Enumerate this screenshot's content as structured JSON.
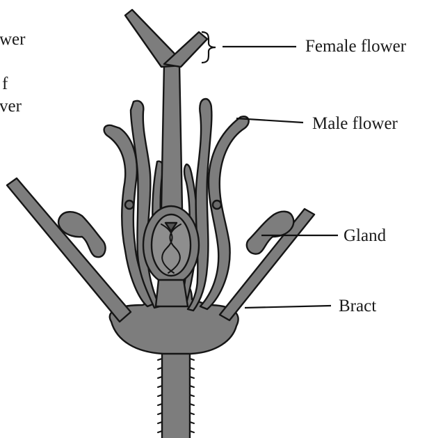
{
  "diagram": {
    "cutoff_labels": [
      "wer",
      "f",
      "ver"
    ],
    "labels": {
      "female_flower": "Female flower",
      "male_flower": "Male flower",
      "gland": "Gland",
      "bract": "Bract"
    },
    "colors": {
      "tissue": "#7d7d7d",
      "outline": "#151515",
      "background": "#ffffff"
    }
  }
}
